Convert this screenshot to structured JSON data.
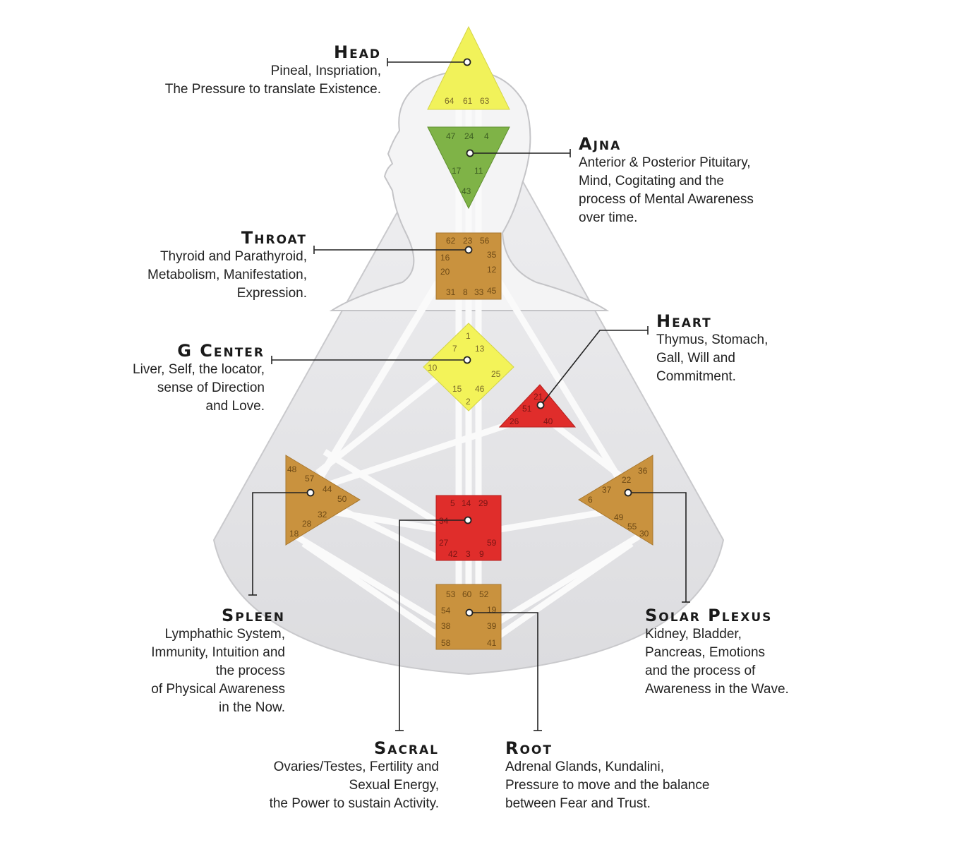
{
  "colors": {
    "head": "#f1f25a",
    "ajna": "#7fb347",
    "throat": "#c9923e",
    "g_center": "#f3f359",
    "heart": "#e02d2b",
    "spleen": "#c9923e",
    "solar_plexus": "#c9923e",
    "sacral": "#e02d2b",
    "root": "#c9923e",
    "body": "#e8e8ea",
    "channel": "#f7f7f8"
  },
  "centers": {
    "head": {
      "title": "Head",
      "desc": [
        "Pineal, Inspriation,",
        "The Pressure to translate Existence."
      ],
      "gates": [
        "64",
        "61",
        "63"
      ]
    },
    "ajna": {
      "title": "Ajna",
      "desc": [
        "Anterior & Posterior Pituitary,",
        "Mind, Cogitating and the",
        "process of Mental Awareness",
        "over time."
      ],
      "gates": [
        "47",
        "24",
        "4",
        "17",
        "11",
        "43"
      ]
    },
    "throat": {
      "title": "Throat",
      "desc": [
        "Thyroid and Parathyroid,",
        "Metabolism, Manifestation,",
        "Expression."
      ],
      "gates": [
        "62",
        "23",
        "56",
        "16",
        "35",
        "20",
        "12",
        "31",
        "8",
        "33",
        "45"
      ]
    },
    "g_center": {
      "title": "G Center",
      "desc": [
        "Liver, Self, the locator,",
        "sense of Direction",
        "and Love."
      ],
      "gates": [
        "1",
        "7",
        "13",
        "10",
        "25",
        "15",
        "46",
        "2"
      ]
    },
    "heart": {
      "title": "Heart",
      "desc": [
        "Thymus, Stomach,",
        "Gall, Will and",
        "Commitment."
      ],
      "gates": [
        "21",
        "51",
        "26",
        "40"
      ]
    },
    "spleen": {
      "title": "Spleen",
      "desc": [
        "Lymphathic System,",
        "Immunity, Intuition and",
        "the process",
        "of Physical Awareness",
        "in the Now."
      ],
      "gates": [
        "48",
        "57",
        "44",
        "50",
        "32",
        "28",
        "18"
      ]
    },
    "solar_plexus": {
      "title": "Solar Plexus",
      "desc": [
        "Kidney, Bladder,",
        "Pancreas,  Emotions",
        "and the process of",
        "Awareness in the Wave."
      ],
      "gates": [
        "36",
        "22",
        "37",
        "6",
        "49",
        "55",
        "30"
      ]
    },
    "sacral": {
      "title": "Sacral",
      "desc": [
        "Ovaries/Testes, Fertility and",
        "Sexual Energy,",
        "the Power to sustain Activity."
      ],
      "gates": [
        "5",
        "14",
        "29",
        "34",
        "27",
        "59",
        "42",
        "3",
        "9"
      ]
    },
    "root": {
      "title": "Root",
      "desc": [
        "Adrenal Glands, Kundalini,",
        "Pressure to move and the balance",
        "between Fear and Trust."
      ],
      "gates": [
        "53",
        "60",
        "52",
        "54",
        "19",
        "38",
        "39",
        "58",
        "41"
      ]
    }
  }
}
